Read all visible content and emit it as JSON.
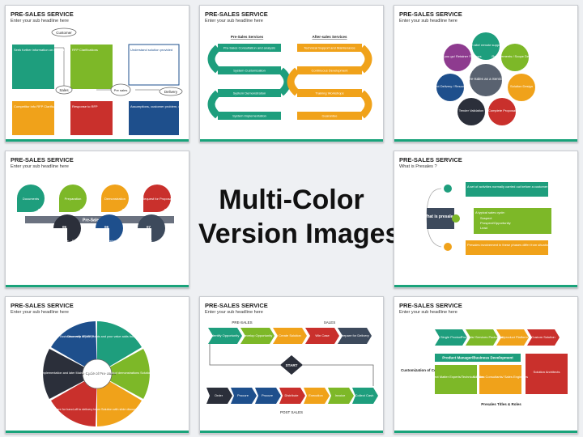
{
  "center": {
    "line1": "Multi-Color",
    "line2": "Version Images"
  },
  "slides": [
    {
      "title": "PRE-SALES SERVICE",
      "subtitle": "Enter your sub headline here",
      "labels": {
        "customer": "Customer",
        "sales": "Sales",
        "presales": "Pre sales",
        "delivery": "Delivery",
        "b1": "Seek further information on customer",
        "b2": "RFP Clarifications",
        "b3": "Understand solution provided",
        "b4": "Competitor info RFP Clarifications",
        "b5": "Response to RFP",
        "b6": "Assumptions, customer problem, etc"
      }
    },
    {
      "title": "PRE-SALES SERVICE",
      "subtitle": "Enter your sub headline here",
      "labels": {
        "h1": "Pre-Sales Services",
        "h2": "After-sales Services",
        "l1": "Pre-Sales Consultation and analysis",
        "l2": "System Customization",
        "l3": "System Demonstration",
        "l4": "System Implementation",
        "r1": "Technical Support and Maintenance",
        "r2": "Continuous Development",
        "r3": "Training Workshops",
        "r4": "Guarantee"
      }
    },
    {
      "title": "PRE-SALES SERVICE",
      "subtitle": "Enter your sub headline here",
      "labels": {
        "center": "Pre-Sales as a Service",
        "c1": "On site/ remote support",
        "c2": "Requirements / Scope Definition",
        "c3": "Solution Design",
        "c4": "Complete Proposal",
        "c5": "Tender Validation",
        "c6": "Project Delivery / Resourcing",
        "c7": "Pay as you go/ Retainer Services"
      }
    },
    {
      "title": "PRE-SALES SERVICE",
      "subtitle": "Enter your sub headline here",
      "labels": {
        "bar": "Pre-Sales Service",
        "t1": "Documents",
        "t2": "Preparation",
        "t3": "Demonstration",
        "t4": "Request for Proposal",
        "n1": "01",
        "n2": "02",
        "n3": "03",
        "n4": "04",
        "n5": "05",
        "n6": "06",
        "n7": "07",
        "b1": "Marketing assistance",
        "b2": "Product Management Assistance",
        "b3": "Proposal Assistance"
      }
    },
    {
      "title": "PRE-SALES SERVICE",
      "subtitle": "What is Presales ?",
      "labels": {
        "q": "What is presales?",
        "a1": "A set of activities normally carried out before a customer is acquired",
        "a2": "A typical sales cycle:",
        "a2i1": "Suspect",
        "a2i2": "Prospect/Opportunity",
        "a2i3": "Lead",
        "a3": "Presales involvement in these phases differ from situation to situation"
      }
    },
    {
      "title": "PRE-SALES SERVICE",
      "subtitle": "Enter your sub headline here",
      "labels": {
        "center": "Life Cycle of Pre-Sales",
        "s1": "Discovery of pain points and your value adds business case development",
        "s2": "Product demonstrations Solution Fit",
        "s3": "Solution with slide discuss",
        "s4": "Prepare for hand-off to delivery team",
        "s5": "Participation in Implementation and later Maintenance & Support",
        "s6": "Assistance with RFI/RFP"
      }
    },
    {
      "title": "PRE-SALES SERVICE",
      "subtitle": "Enter your sub headline here",
      "labels": {
        "pre": "PRE-SALES",
        "sales": "SALES",
        "post": "POST SALES",
        "start": "START",
        "c1": "Identify Opportunity",
        "c2": "Develop Opportunity",
        "c3": "Create Solution",
        "c4": "Win Case",
        "c5": "Prepare for Delivery",
        "d1": "Order",
        "d2": "Procure",
        "d3": "Procure",
        "d4": "Distribute",
        "d5": "Execution",
        "d6": "Invoice",
        "d7": "Collect Cash"
      }
    },
    {
      "title": "PRE-SALES SERVICE",
      "subtitle": "Enter your sub headline here",
      "labels": {
        "c1": "Single Product",
        "c2": "Products/ Services Packages",
        "c3": "Multiproduct Platform",
        "c4": "Custom Solution",
        "side": "Customization of Content & Solutions",
        "pm": "Product Manager/Business Development",
        "g1": "Subject Matter Experts/Technical Sales",
        "g2": "Solution Consultants/ Sales Engineers",
        "g3": "Solution Architects",
        "foot": "Presales Titles & Roles"
      }
    }
  ]
}
